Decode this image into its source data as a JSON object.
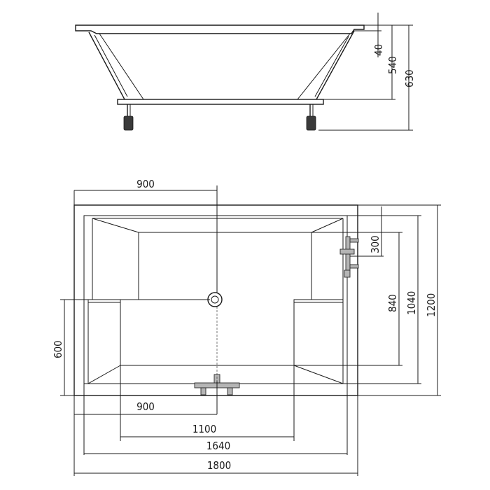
{
  "side_view": {
    "dims": {
      "rim": "40",
      "depth": "540",
      "total_height": "630"
    }
  },
  "top_view": {
    "dims": {
      "drain_offset_top": "900",
      "drain_offset_bottom": "900",
      "inner_bottom_width": "1100",
      "inner_width": "1640",
      "outer_length": "1800",
      "seat_height": "600",
      "faucet_offset": "300",
      "inner_bottom_length": "840",
      "inner_length": "1040",
      "outer_width": "1200"
    }
  }
}
